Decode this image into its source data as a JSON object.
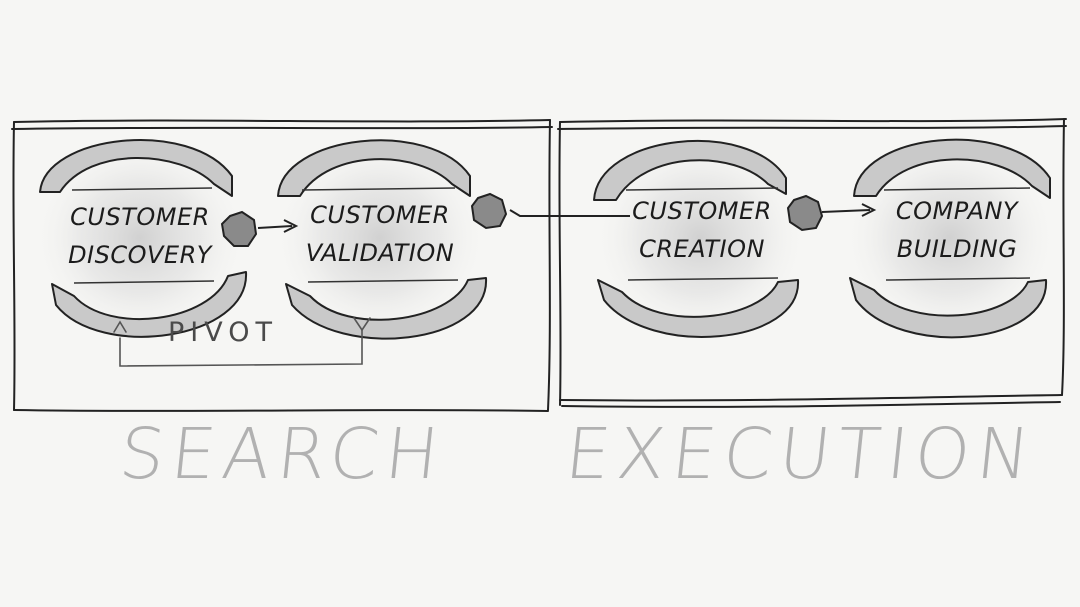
{
  "steps": {
    "discovery": {
      "label": "CUSTOMER\nDISCOVERY"
    },
    "validation": {
      "label": "CUSTOMER\nVALIDATION"
    },
    "creation": {
      "label": "CUSTOMER\nCREATION"
    },
    "building": {
      "label": "COMPANY\nBUILDING"
    }
  },
  "pivot_label": "PIVOT",
  "phases": {
    "search": "SEARCH",
    "execution": "EXECUTION"
  },
  "colors": {
    "ink": "#1c1c1c",
    "arrow_fill": "#c9c9c9",
    "connector_dot": "#8a8a8a",
    "phase_text": "#b1b1b1",
    "glow": "#cfcfcf",
    "background": "#f6f6f4"
  }
}
